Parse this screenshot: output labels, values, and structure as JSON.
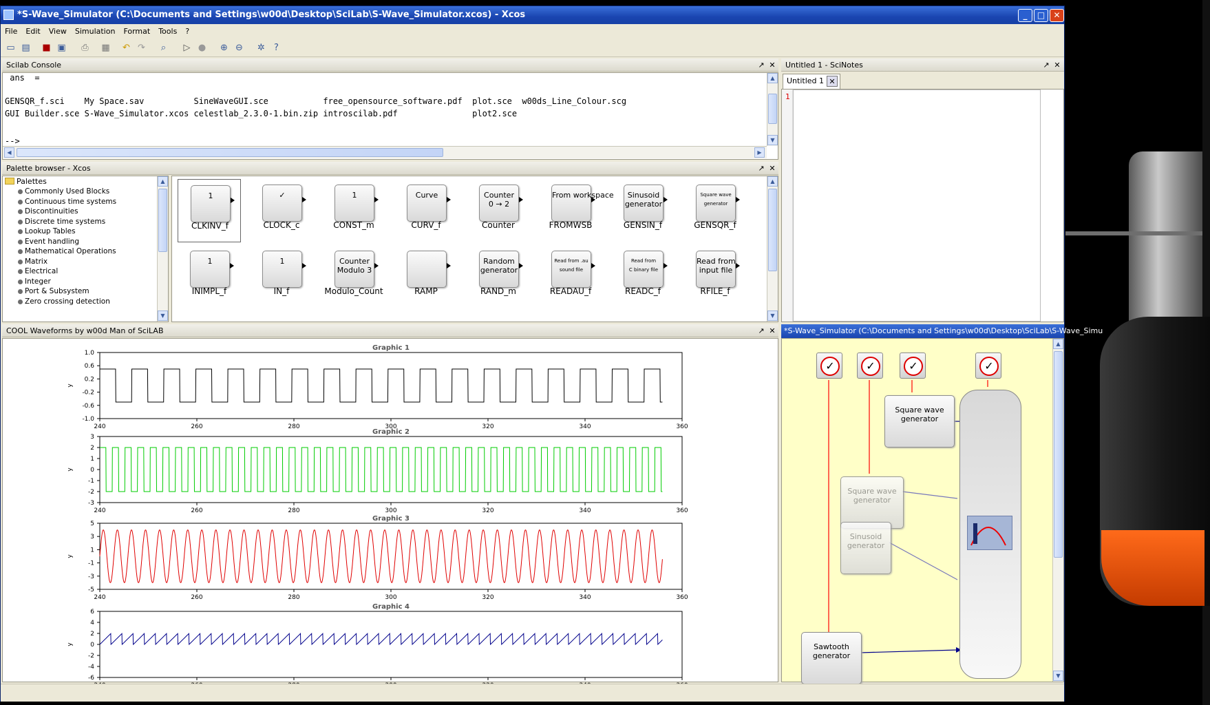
{
  "window": {
    "title": "*S-Wave_Simulator (C:\\Documents and Settings\\w00d\\Desktop\\SciLab\\S-Wave_Simulator.xcos) - Xcos"
  },
  "menu": [
    "File",
    "Edit",
    "View",
    "Simulation",
    "Format",
    "Tools",
    "?"
  ],
  "toolbar_icons": [
    "new-icon",
    "open-icon",
    "save-icon",
    "save-as-icon",
    "print-icon",
    "export-icon",
    "undo-icon",
    "redo-icon",
    "zoom-fit-icon",
    "start-icon",
    "stop-icon",
    "zoom-in-icon",
    "zoom-out-icon",
    "settings-icon",
    "help-icon"
  ],
  "console": {
    "title": "Scilab Console",
    "line1": " ans  =",
    "line2": "GENSQR_f.sci    My Space.sav          SineWaveGUI.sce           free_opensource_software.pdf  plot.sce  w00ds_Line_Colour.scg",
    "line3": "GUI Builder.sce S-Wave_Simulator.xcos celestlab_2.3.0-1.bin.zip introscilab.pdf               plot2.sce",
    "prompt": "-->"
  },
  "scinotes": {
    "title": "Untitled 1 - SciNotes",
    "tab": "Untitled 1",
    "line_number": "1"
  },
  "palette": {
    "title": "Palette browser - Xcos",
    "root": "Palettes",
    "items": [
      "Commonly Used Blocks",
      "Continuous time systems",
      "Discontinuities",
      "Discrete time systems",
      "Lookup Tables",
      "Event handling",
      "Mathematical Operations",
      "Matrix",
      "Electrical",
      "Integer",
      "Port & Subsystem",
      "Zero crossing detection"
    ],
    "blocks_row1": [
      {
        "label": "CLKINV_f",
        "text": "1"
      },
      {
        "label": "CLOCK_c",
        "text": "✓"
      },
      {
        "label": "CONST_m",
        "text": "1"
      },
      {
        "label": "CURV_f",
        "text": "Curve"
      },
      {
        "label": "Counter",
        "text": "Counter\n0 → 2"
      },
      {
        "label": "FROMWSB",
        "text": "From workspace"
      },
      {
        "label": "GENSIN_f",
        "text": "Sinusoid\ngenerator"
      },
      {
        "label": "GENSQR_f",
        "text": "Square wave\ngenerator"
      }
    ],
    "blocks_row2": [
      {
        "label": "INIMPL_f",
        "text": "1"
      },
      {
        "label": "IN_f",
        "text": "1"
      },
      {
        "label": "Modulo_Count",
        "text": "Counter\nModulo 3"
      },
      {
        "label": "RAMP",
        "text": ""
      },
      {
        "label": "RAND_m",
        "text": "Random\ngenerator"
      },
      {
        "label": "READAU_f",
        "text": "Read from .au\nsound file"
      },
      {
        "label": "READC_f",
        "text": "Read from\nC binary file"
      },
      {
        "label": "RFILE_f",
        "text": "Read from\ninput file"
      }
    ]
  },
  "waveforms": {
    "title": "COOL Waveforms by w00d Man of SciLAB",
    "xticks": [
      "240",
      "260",
      "280",
      "300",
      "320",
      "340",
      "360"
    ]
  },
  "chart_data": [
    {
      "type": "line",
      "title": "Graphic 1",
      "xlabel": "",
      "ylabel": "y",
      "xlim": [
        240,
        360
      ],
      "ylim": [
        -1.0,
        1.0
      ],
      "yticks": [
        "1.0",
        "0.6",
        "0.2",
        "-0.2",
        "-0.6",
        "-1.0"
      ],
      "color": "#000000",
      "waveform": "square",
      "period": 6.6,
      "amplitude": 0.5,
      "x_start": 240,
      "x_end": 356
    },
    {
      "type": "line",
      "title": "Graphic 2",
      "xlabel": "",
      "ylabel": "y",
      "xlim": [
        240,
        360
      ],
      "ylim": [
        -3,
        3
      ],
      "yticks": [
        "3",
        "2",
        "1",
        "0",
        "-1",
        "-2",
        "-3"
      ],
      "color": "#00cc00",
      "waveform": "square",
      "period": 2.6,
      "amplitude": 2,
      "x_start": 240,
      "x_end": 356
    },
    {
      "type": "line",
      "title": "Graphic 3",
      "xlabel": "",
      "ylabel": "y",
      "xlim": [
        240,
        360
      ],
      "ylim": [
        -5,
        5
      ],
      "yticks": [
        "5",
        "3",
        "1",
        "-1",
        "-3",
        "-5"
      ],
      "color": "#e00000",
      "waveform": "sine",
      "period": 2.9,
      "amplitude": 4,
      "x_start": 240,
      "x_end": 356
    },
    {
      "type": "line",
      "title": "Graphic 4",
      "xlabel": "",
      "ylabel": "y",
      "xlim": [
        240,
        360
      ],
      "ylim": [
        -6,
        6
      ],
      "yticks": [
        "6",
        "4",
        "2",
        "0",
        "-2",
        "-4",
        "-6"
      ],
      "color": "#00008b",
      "waveform": "sawtooth",
      "period": 2.3,
      "amplitude": 1,
      "offset": 1,
      "x_start": 240,
      "x_end": 356
    }
  ],
  "diagram": {
    "title": "*S-Wave_Simulator (C:\\Documents and Settings\\w00d\\Desktop\\SciLab\\S-Wave_Simu",
    "square1": "Square wave\ngenerator",
    "square2": "Square wave\ngenerator",
    "sinusoid": "Sinusoid\ngenerator",
    "sawtooth": "Sawtooth\ngenerator"
  },
  "colors": {
    "title_bar": "#1a45b0",
    "diagram_bg": "#ffffc8",
    "link_red": "#ff0000",
    "link_blue": "#00008b"
  }
}
